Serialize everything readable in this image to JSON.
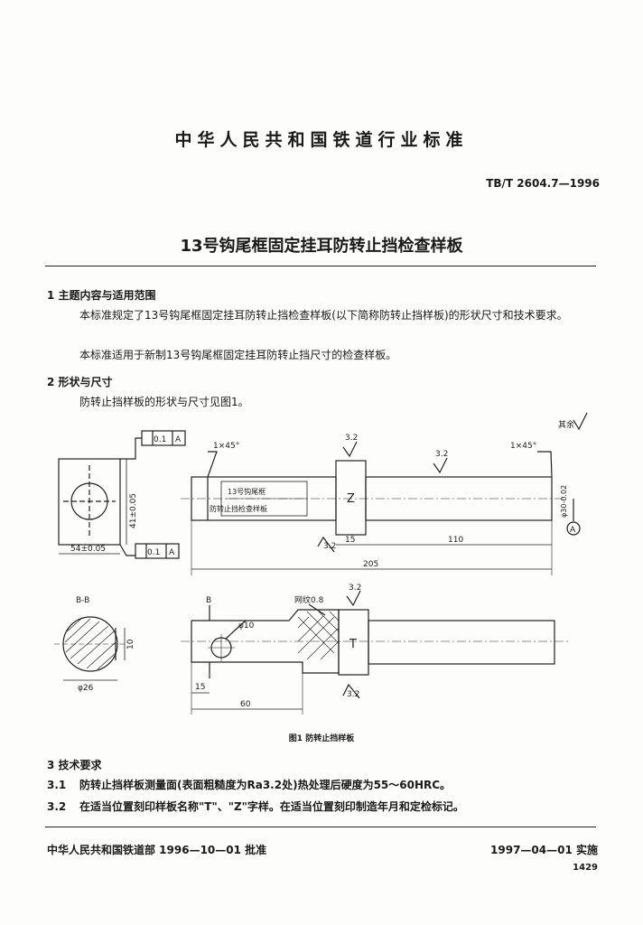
{
  "header": {
    "organization": "中华人民共和国铁道行业标准",
    "standard_number": "TB/T 2604.7—1996",
    "title": "13号钩尾框固定挂耳防转止挡检查样板"
  },
  "section1": {
    "heading": "1   主题内容与适用范围",
    "para1": "本标准规定了13号钩尾框固定挂耳防转止挡检查样板(以下简称防转止挡样板)的形状尺寸和技术要求。",
    "para2": "本标准适用于新制13号钩尾框固定挂耳防转止挡尺寸的检查样板。"
  },
  "section2": {
    "heading": "2   形状与尺寸",
    "para1": "防转止挡样板的形状与尺寸见图1。"
  },
  "figure": {
    "caption": "图1   防转止挡样板",
    "labels": {
      "rest_roughness": "其余",
      "flatness_left": "0.1",
      "datum_a": "A",
      "dim_41": "41±0.05",
      "dim_54": "54±0.05",
      "chamfer_left": "1×45°",
      "chamfer_right": "1×45°",
      "roughness_top": "3.2",
      "roughness_mid": "3.2",
      "mark_z": "Z",
      "mark_t": "T",
      "engrave_line1": "13号钩尾框",
      "engrave_line2": "防转止挡检查样板",
      "dia_30": "φ30-0.02",
      "roughness_low": "3.2",
      "dim_15": "15",
      "dim_110": "110",
      "dim_205": "205",
      "section_bb": "B-B",
      "section_b": "B",
      "dia_10": "φ10",
      "dim_10": "10",
      "dia_26": "φ26",
      "knurl": "网纹0.8",
      "dim_15b": "15",
      "dim_60": "60",
      "roughness_bottom": "3.2"
    }
  },
  "section3": {
    "heading": "3   技术要求",
    "item1_num": "3.1",
    "item1": "防转止挡样板测量面(表面粗糙度为Ra3.2处)热处理后硬度为55～60HRC。",
    "item2_num": "3.2",
    "item2": "在适当位置刻印样板名称\"T\"、\"Z\"字样。在适当位置刻印制造年月和定检标记。"
  },
  "footer": {
    "issued": "中华人民共和国铁道部 1996—10—01 批准",
    "effective": "1997—04—01 实施",
    "page_number": "1429"
  }
}
